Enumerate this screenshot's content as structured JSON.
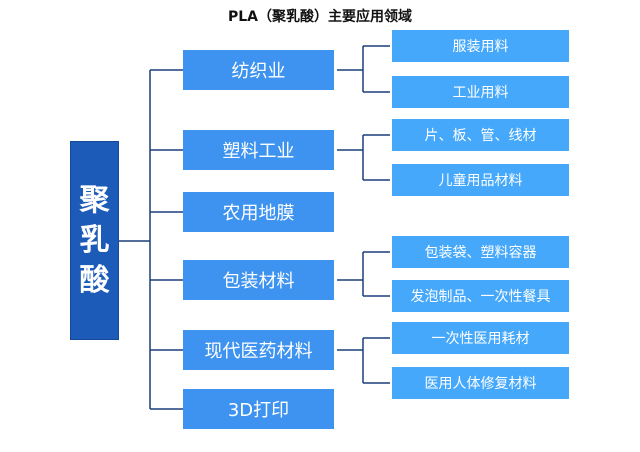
{
  "title": "PLA（聚乳酸）主要应用领域",
  "root": {
    "chars": [
      "聚",
      "乳",
      "酸"
    ]
  },
  "categories": [
    {
      "label": "纺织业",
      "children": [
        "服装用料",
        "工业用料"
      ]
    },
    {
      "label": "塑料工业",
      "children": [
        "片、板、管、线材",
        "儿童用品材料"
      ]
    },
    {
      "label": "农用地膜",
      "children": []
    },
    {
      "label": "包装材料",
      "children": [
        "包装袋、塑料容器",
        "发泡制品、一次性餐具"
      ]
    },
    {
      "label": "现代医药材料",
      "children": [
        "一次性医用耗材",
        "医用人体修复材料"
      ]
    },
    {
      "label": "3D打印",
      "children": []
    }
  ],
  "colors": {
    "root": "#1c5bb8",
    "category": "#3d93ef",
    "leaf": "#45a8fb",
    "line": "#1a3f7a"
  }
}
